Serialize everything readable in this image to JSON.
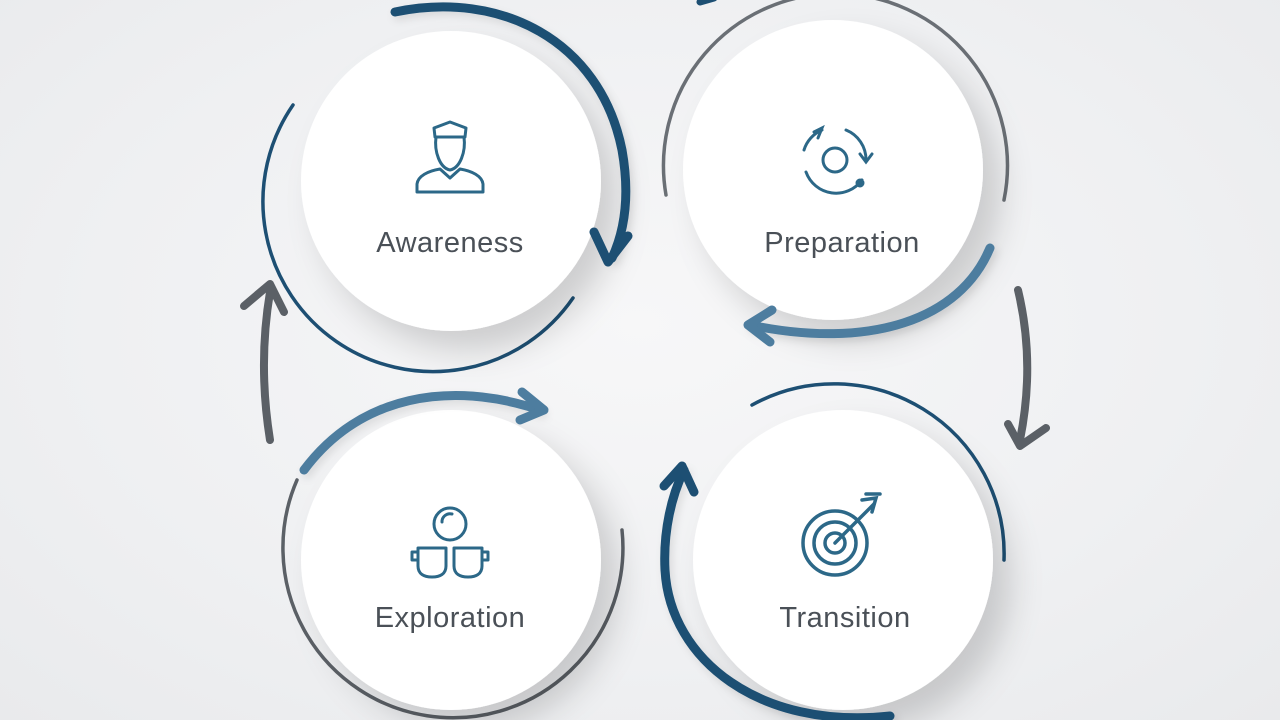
{
  "diagram": {
    "nodes": [
      {
        "id": "awareness",
        "label": "Awareness",
        "icon": "person-icon"
      },
      {
        "id": "preparation",
        "label": "Preparation",
        "icon": "cycle-icon"
      },
      {
        "id": "exploration",
        "label": "Exploration",
        "icon": "group-icon"
      },
      {
        "id": "transition",
        "label": "Transition",
        "icon": "target-icon"
      }
    ],
    "colors": {
      "dark_blue": "#1d4f73",
      "mid_blue": "#4d7d9f",
      "gray": "#5b6066",
      "icon": "#2c6888",
      "label": "#4a5057",
      "node_fill": "#ffffff"
    }
  }
}
